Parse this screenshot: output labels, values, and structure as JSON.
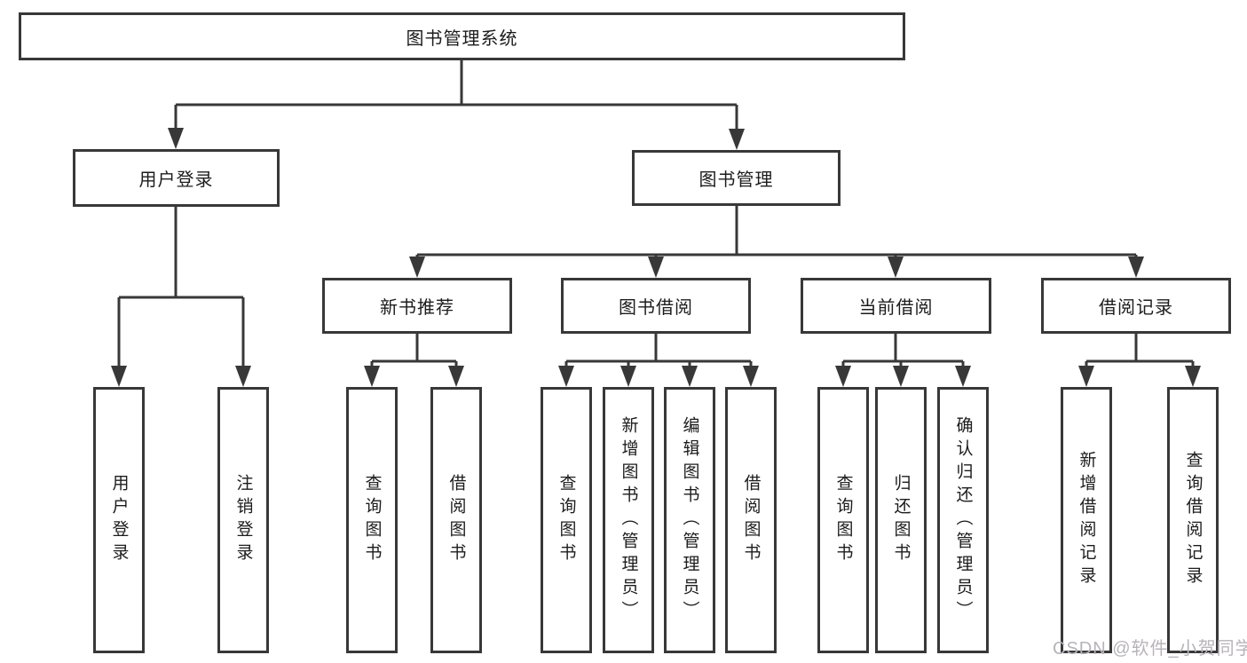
{
  "diagram": {
    "root": {
      "label": "图书管理系统"
    },
    "branches": [
      {
        "label": "用户登录",
        "children": [
          {
            "label": "用户登录"
          },
          {
            "label": "注销登录"
          }
        ]
      },
      {
        "label": "图书管理",
        "children": [
          {
            "label": "新书推荐",
            "children": [
              {
                "label": "查询图书"
              },
              {
                "label": "借阅图书"
              }
            ]
          },
          {
            "label": "图书借阅",
            "children": [
              {
                "label": "查询图书"
              },
              {
                "label": "新增图书（管理员）"
              },
              {
                "label": "编辑图书（管理员）"
              },
              {
                "label": "借阅图书"
              }
            ]
          },
          {
            "label": "当前借阅",
            "children": [
              {
                "label": "查询图书"
              },
              {
                "label": "归还图书"
              },
              {
                "label": "确认归还（管理员）"
              }
            ]
          },
          {
            "label": "借阅记录",
            "children": [
              {
                "label": "新增借阅记录"
              },
              {
                "label": "查询借阅记录"
              }
            ]
          }
        ]
      }
    ],
    "watermark": "CSDN @软件_小贺同学",
    "colors": {
      "line": "#383838",
      "text": "#1c1c1c",
      "watermark": "#b7b3ba",
      "background": "#ffffff"
    }
  }
}
